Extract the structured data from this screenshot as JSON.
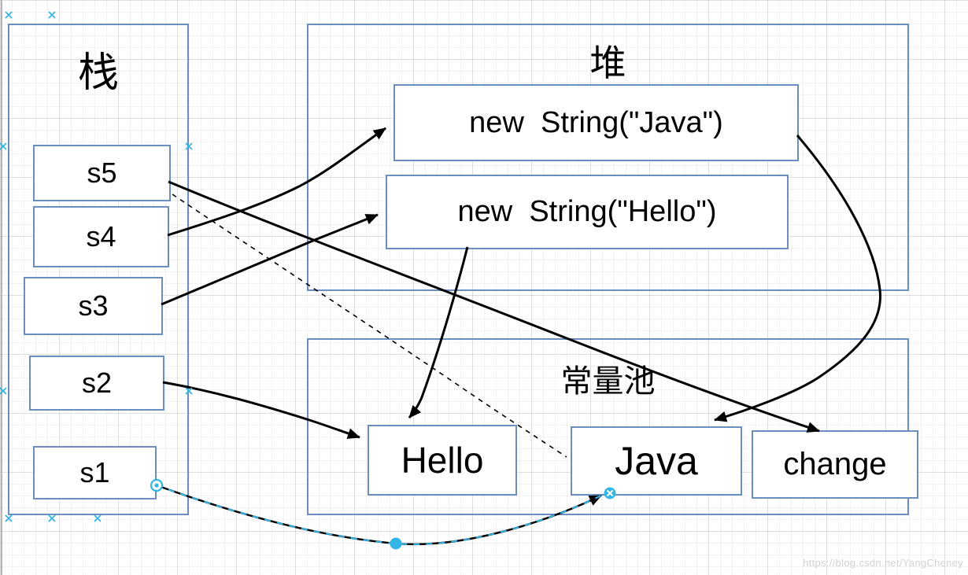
{
  "watermark": "https://blog.csdn.net/YangCheney",
  "stack": {
    "title": "栈",
    "items": [
      {
        "label": "s5"
      },
      {
        "label": "s4"
      },
      {
        "label": "s3"
      },
      {
        "label": "s2"
      },
      {
        "label": "s1"
      }
    ]
  },
  "heap": {
    "title": "堆",
    "objects": [
      {
        "label": "new  String(\"Java\")"
      },
      {
        "label": "new  String(\"Hello\")"
      }
    ]
  },
  "constant_pool": {
    "title": "常量池",
    "objects": [
      {
        "label": "Hello"
      },
      {
        "label": "Java"
      },
      {
        "label": "change"
      }
    ]
  },
  "colors": {
    "box_border": "#6c8ebf",
    "arrow": "#000000",
    "selection": "#33b5e5"
  }
}
